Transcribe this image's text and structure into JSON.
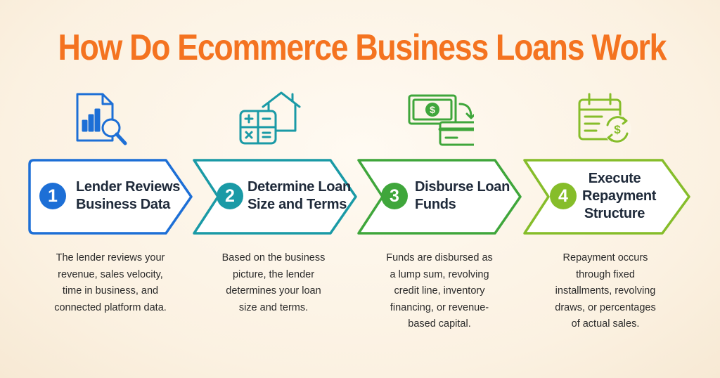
{
  "title": "How Do Ecommerce Business Loans Work",
  "steps": [
    {
      "number": "1",
      "label": "Lender Reviews\nBusiness Data",
      "description": "The lender reviews your\nrevenue, sales velocity,\ntime in business, and\nconnected platform data.",
      "color": "#1d6fd6",
      "icon": "document-chart-magnifier-icon"
    },
    {
      "number": "2",
      "label": "Determine Loan\nSize and Terms",
      "description": "Based on the business\npicture, the lender\ndetermines your loan\nsize and terms.",
      "color": "#1a9aa6",
      "icon": "calculator-house-icon"
    },
    {
      "number": "3",
      "label": "Disburse Loan\nFunds",
      "description": "Funds are disbursed as\na lump sum, revolving\ncredit line, inventory\nfinancing, or revenue-\nbased capital.",
      "color": "#3fa63b",
      "icon": "cash-card-transfer-icon"
    },
    {
      "number": "4",
      "label": "Execute\nRepayment\nStructure",
      "description": "Repayment occurs\nthrough fixed\ninstallments, revolving\ndraws, or percentages\nof actual sales.",
      "color": "#86bd2a",
      "icon": "calendar-dollar-cycle-icon"
    }
  ]
}
